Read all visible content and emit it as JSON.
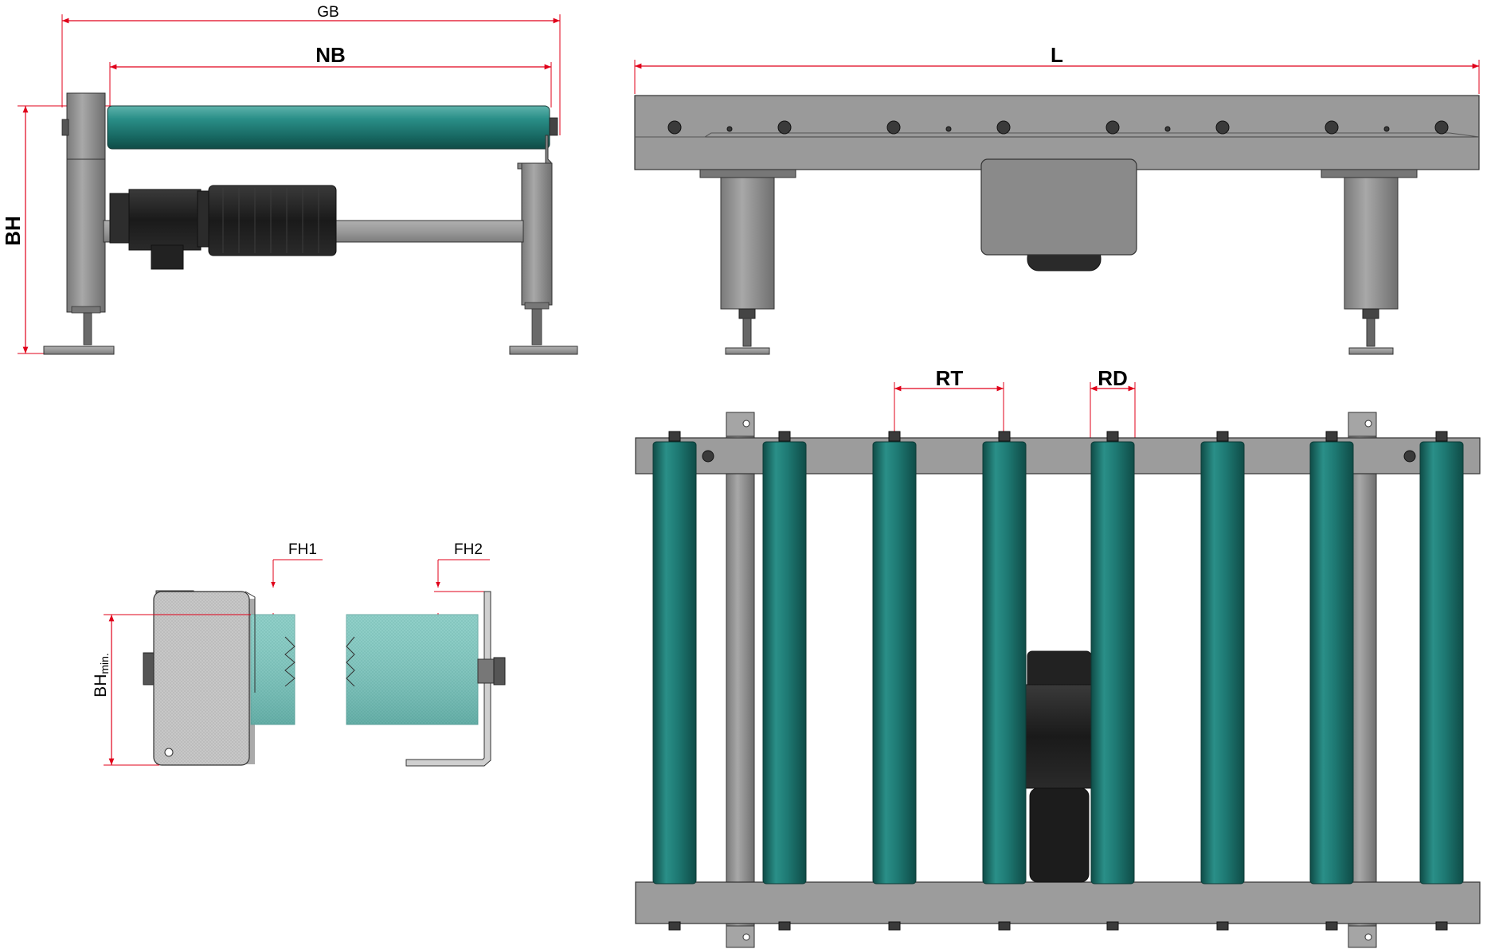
{
  "dimensions": {
    "GB": "GB",
    "NB": "NB",
    "BH": "BH",
    "L": "L",
    "RT": "RT",
    "RD": "RD",
    "FH1": "FH1",
    "FH2": "FH2",
    "BHmin_main": "BH",
    "BHmin_sub": "min."
  },
  "colors": {
    "roller": "#1e7d77",
    "frame": "#8c8c8c",
    "dimension_line": "#e0001a",
    "motor": "#1c1c1c"
  }
}
